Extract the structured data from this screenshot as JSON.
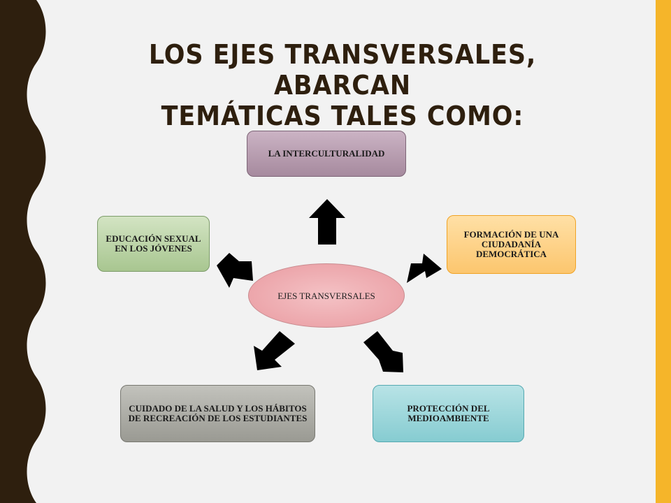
{
  "title": {
    "line1": "LOS EJES TRANSVERSALES, ABARCAN",
    "line2": "TEMÁTICAS TALES COMO:"
  },
  "diagram": {
    "center": "EJES TRANSVERSALES",
    "branches": {
      "interculturalidad": "LA INTERCULTURALIDAD",
      "ciudadania": "FORMACIÓN DE UNA CIUDADANÍA DEMOCRÁTICA",
      "educacion_sexual": "EDUCACIÓN SEXUAL EN LOS JÓVENES",
      "proteccion": "PROTECCIÓN DEL MEDIOAMBIENTE",
      "cuidado_salud": "CUIDADO DE LA SALUD Y LOS HÁBITOS DE RECREACIÓN DE LOS ESTUDIANTES"
    }
  },
  "colors": {
    "left_border": "#2e1f0e",
    "right_bar": "#f5b52a",
    "interculturalidad": "#b89fb2",
    "ciudadania": "#fcd089",
    "educacion_sexual": "#bcd5a8",
    "proteccion": "#9fd6da",
    "cuidado_salud": "#adada7",
    "center": "#eea9ae"
  }
}
